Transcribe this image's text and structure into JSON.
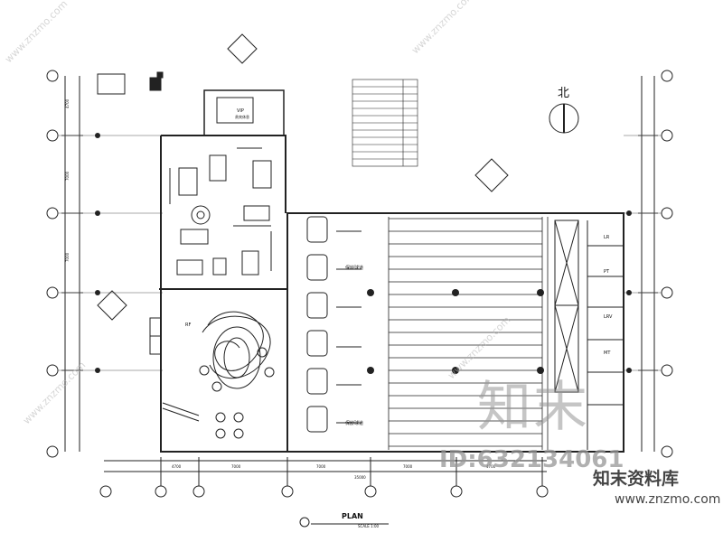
{
  "plan": {
    "north_label": "北",
    "title": "PLAN",
    "scale_text": "SCALE 1:00",
    "vip_label": "VIP",
    "vip_sub": "贵宾休息",
    "rf_label": "RF",
    "lane_label_1": "保龄球道",
    "lane_label_2": "保龄球道",
    "room_labels": [
      "LR",
      "PT",
      "LRV",
      "MT"
    ],
    "grid_numbers": [
      "4700",
      "7000",
      "7000",
      "7000",
      "4700",
      "4700",
      "7000",
      "7000"
    ],
    "total_dimension": "35000"
  },
  "watermark": {
    "big": "知末",
    "id": "ID:632134061",
    "site": "知末资料库",
    "url": "www.znzmo.com"
  }
}
